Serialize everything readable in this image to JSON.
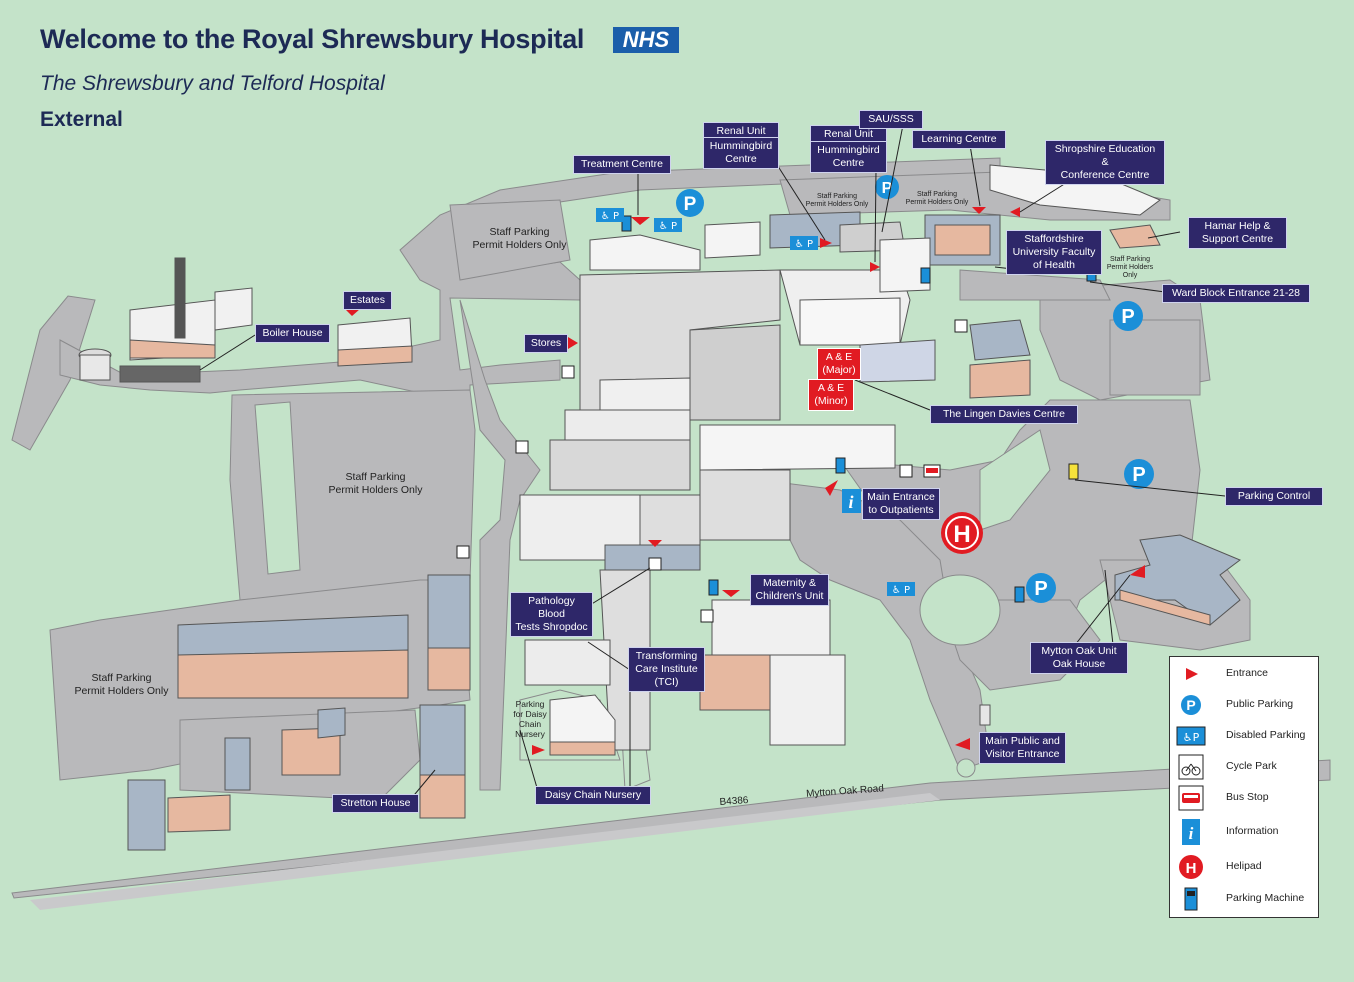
{
  "header": {
    "title": "Welcome to the Royal Shrewsbury Hospital",
    "nhs_logo": "NHS",
    "subtitle": "The Shrewsbury and Telford Hospital",
    "section": "External"
  },
  "labels": {
    "treatment_centre": "Treatment Centre",
    "renal_hummingbird_1": "Renal Unit",
    "hummingbird_centre_1": "Hummingbird\nCentre",
    "renal_hummingbird_2": "Renal Unit",
    "hummingbird_centre_2": "Hummingbird\nCentre",
    "sau_sss": "SAU/SSS",
    "learning_centre": "Learning Centre",
    "shropshire_education": "Shropshire Education &\nConference Centre",
    "hamar_help": "Hamar Help &\nSupport Centre",
    "staffordshire_university": "Staffordshire\nUniversity Faculty\nof Health",
    "ward_block_entrance": "Ward Block Entrance 21-28",
    "estates": "Estates",
    "boiler_house": "Boiler House",
    "stores": "Stores",
    "ae_major": "A & E\n(Major)",
    "ae_minor": "A & E\n(Minor)",
    "lingen_davies": "The Lingen Davies Centre",
    "main_entrance_outpatients": "Main Entrance\nto Outpatients",
    "parking_control": "Parking Control",
    "maternity_childrens": "Maternity &\nChildren's Unit",
    "pathology": "Pathology Blood\nTests Shropdoc",
    "tci": "Transforming\nCare Institute\n(TCI)",
    "mytton_oak_unit": "Mytton Oak Unit\nOak House",
    "main_public_visitor": "Main Public and\nVisitor Entrance",
    "daisy_chain_nursery": "Daisy Chain Nursery",
    "stretton_house": "Stretton House"
  },
  "map_text": {
    "staff_parking_top": "Staff Parking\nPermit Holders Only",
    "staff_parking_mid": "Staff Parking\nPermit Holders Only",
    "staff_parking_left": "Staff Parking\nPermit Holders Only",
    "staff_parking_small_1": "Staff Parking\nPermit Holders Only",
    "staff_parking_small_2": "Staff Parking\nPermit Holders Only",
    "staff_parking_small_3": "Staff Parking\nPermit Holders\nOnly",
    "daisy_parking": "Parking\nfor Daisy\nChain\nNursery",
    "road_number": "B4386",
    "road_name": "Mytton Oak Road"
  },
  "legend": {
    "items": [
      {
        "icon": "entrance-arrow-icon",
        "label": "Entrance"
      },
      {
        "icon": "public-parking-icon",
        "label": "Public Parking"
      },
      {
        "icon": "disabled-parking-icon",
        "label": "Disabled Parking"
      },
      {
        "icon": "cycle-park-icon",
        "label": "Cycle Park"
      },
      {
        "icon": "bus-stop-icon",
        "label": "Bus Stop"
      },
      {
        "icon": "information-icon",
        "label": "Information"
      },
      {
        "icon": "helipad-icon",
        "label": "Helipad"
      },
      {
        "icon": "parking-machine-icon",
        "label": "Parking Machine"
      }
    ]
  },
  "map_symbols": {
    "parking": "P",
    "helipad": "H",
    "information": "i"
  },
  "colors": {
    "background": "#c4e3c9",
    "road": "#b9b9bb",
    "label_bg": "#2e2769",
    "ae_red": "#e11b22",
    "parking_blue": "#1b8fd8",
    "nhs_blue": "#1b5eaa",
    "title_navy": "#1d2a55"
  }
}
